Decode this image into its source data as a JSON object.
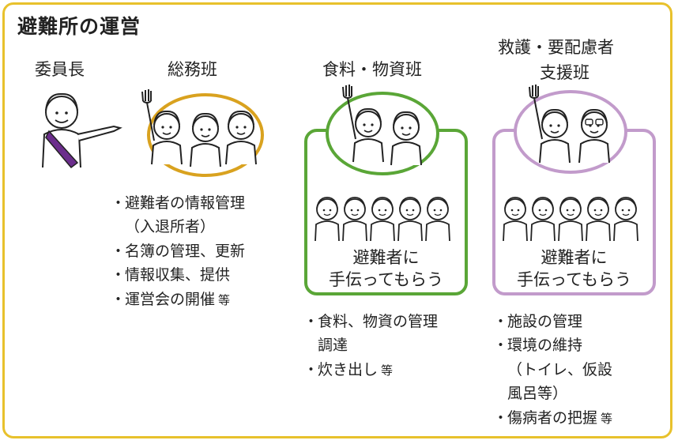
{
  "title": "避難所の運営",
  "roles": {
    "chair": "委員長",
    "general": "総務班",
    "food": "食料・物資班",
    "rescue_line1": "救護・要配慮者",
    "rescue_line2": "支援班"
  },
  "help_text": {
    "line1": "避難者に",
    "line2": "手伝ってもらう"
  },
  "general_tasks": [
    {
      "text": "避難者の情報管理"
    },
    {
      "text": "（入退所者）",
      "indent": true
    },
    {
      "text": "名簿の管理、更新"
    },
    {
      "text": "情報収集、提供"
    },
    {
      "text": "運営会の開催",
      "suffix": "等"
    }
  ],
  "food_tasks": [
    {
      "text": "食料、物資の管理"
    },
    {
      "text": "調達",
      "indent": true
    },
    {
      "text": "炊き出し",
      "suffix": "等"
    }
  ],
  "rescue_tasks": [
    {
      "text": "施設の管理"
    },
    {
      "text": "環境の維持"
    },
    {
      "text": "（トイレ、仮設",
      "indent": true
    },
    {
      "text": "風呂等）",
      "indent": true
    },
    {
      "text": "傷病者の把握",
      "suffix": "等"
    }
  ],
  "colors": {
    "frame": "#e8c12c",
    "general_ring": "#d9a21f",
    "food_ring": "#5aa637",
    "rescue_ring": "#c29bcb",
    "sash": "#6b2d8c"
  }
}
